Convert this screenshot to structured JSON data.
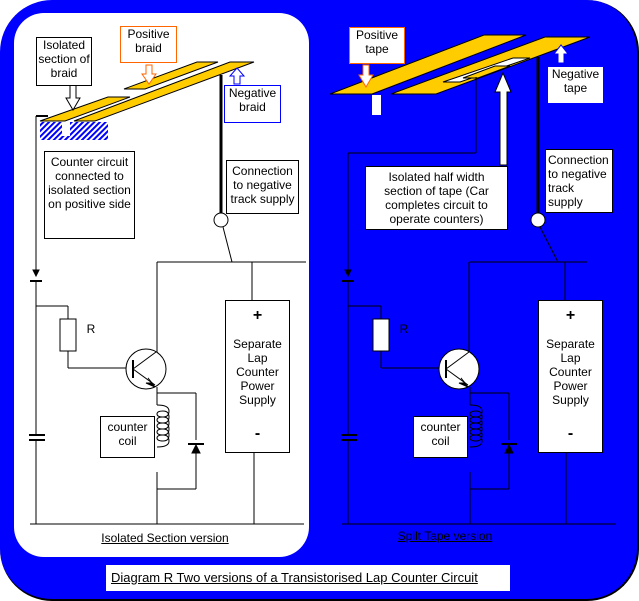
{
  "caption": "Diagram R Two versions of a Transistorised Lap Counter Circuit",
  "colors": {
    "frame": "#0000ff",
    "track": "#ffcc00",
    "hatch": "#0000ff",
    "positive_label": "#ff6600",
    "negative_label": "#0000ff"
  },
  "left": {
    "title": "Isolated Section version",
    "isolated_label": "Isolated section of braid",
    "positive_label": "Positive braid",
    "negative_label": "Negative braid",
    "counter_note": "Counter circuit connected to isolated section on positive side",
    "connection_note": "Connection to negative track supply",
    "resistor": "R",
    "coil": "counter coil",
    "supply": "Separate Lap Counter Power Supply",
    "plus": "+",
    "minus": "-"
  },
  "right": {
    "title": "Spilt Tape version",
    "positive_label": "Positive tape",
    "negative_label": "Negative tape",
    "isolated_note": "Isolated half width section of tape (Car completes circuit to operate counters)",
    "connection_note": "Connection to negative track supply",
    "resistor": "R",
    "coil": "counter coil",
    "supply": "Separate Lap Counter Power Supply",
    "plus": "+",
    "minus": "-"
  }
}
